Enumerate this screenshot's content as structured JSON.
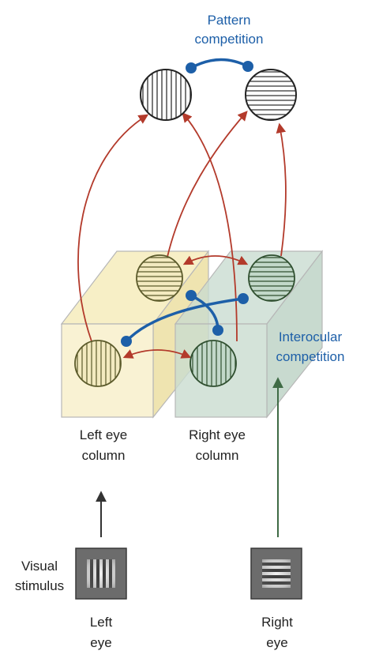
{
  "colors": {
    "blue": "#1d5fa8",
    "red_arrow": "#b33a2b",
    "green_arrow": "#3f6b45",
    "dark_arrow": "#333333",
    "left_column_fill": "#f7efc6",
    "right_column_fill": "#c8dbd0",
    "column_edge": "#b7b7b7",
    "left_neuron_stroke": "#5b5a2a",
    "right_neuron_stroke": "#2f4f2f",
    "top_neuron_stroke": "#222222"
  },
  "labels": {
    "pattern_competition": [
      "Pattern",
      "competition"
    ],
    "interocular_competition": [
      "Interocular",
      "competition"
    ],
    "left_eye_column": [
      "Left eye",
      "column"
    ],
    "right_eye_column": [
      "Right eye",
      "column"
    ],
    "visual_stimulus": [
      "Visual",
      "stimulus"
    ],
    "left_eye": [
      "Left",
      "eye"
    ],
    "right_eye": [
      "Right",
      "eye"
    ]
  },
  "icons": {
    "vertical_grating": "vertical-grating-icon",
    "horizontal_grating": "horizontal-grating-icon"
  }
}
